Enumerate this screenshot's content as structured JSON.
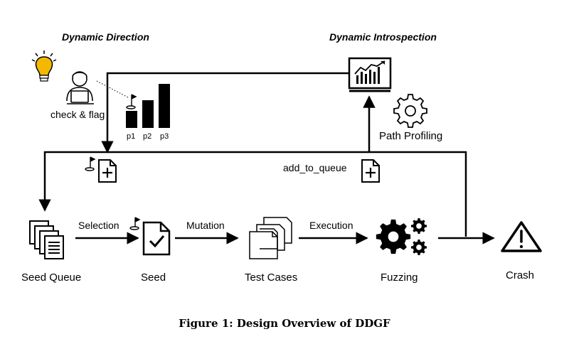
{
  "titles": {
    "dynamic_direction": "Dynamic Direction",
    "dynamic_introspection": "Dynamic  Introspection"
  },
  "labels": {
    "check_flag": "check & flag",
    "path_profiling": "Path Profiling",
    "add_to_queue": "add_to_queue",
    "selection": "Selection",
    "mutation": "Mutation",
    "execution": "Execution"
  },
  "nodes": {
    "seed_queue": "Seed Queue",
    "seed": "Seed",
    "test_cases": "Test Cases",
    "fuzzing": "Fuzzing",
    "crash": "Crash"
  },
  "bar_labels": [
    "p1",
    "p2",
    "p3"
  ],
  "caption": "Figure 1: Design Overview of DDGF",
  "colors": {
    "bulb": "#F5B800",
    "line": "#000000"
  }
}
